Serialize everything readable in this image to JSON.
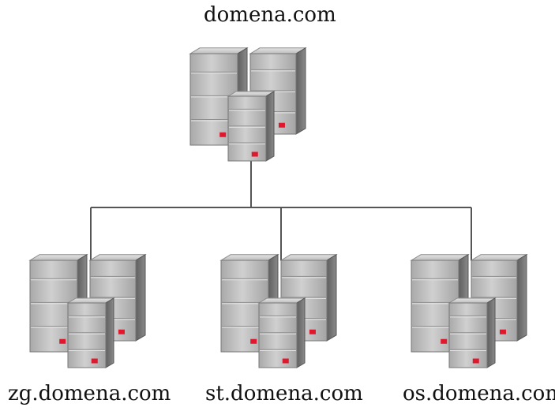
{
  "diagram": {
    "root": {
      "label": "domena.com",
      "icon": "server-cluster-icon"
    },
    "children": [
      {
        "label": "zg.domena.com",
        "icon": "server-cluster-icon"
      },
      {
        "label": "st.domena.com",
        "icon": "server-cluster-icon"
      },
      {
        "label": "os.domena.com",
        "icon": "server-cluster-icon"
      }
    ],
    "colors": {
      "server_front": "#b9b9b9",
      "server_side": "#7a7a7a",
      "server_top": "#d4d4d4",
      "led": "#e0182d",
      "connector": "#555555"
    }
  }
}
